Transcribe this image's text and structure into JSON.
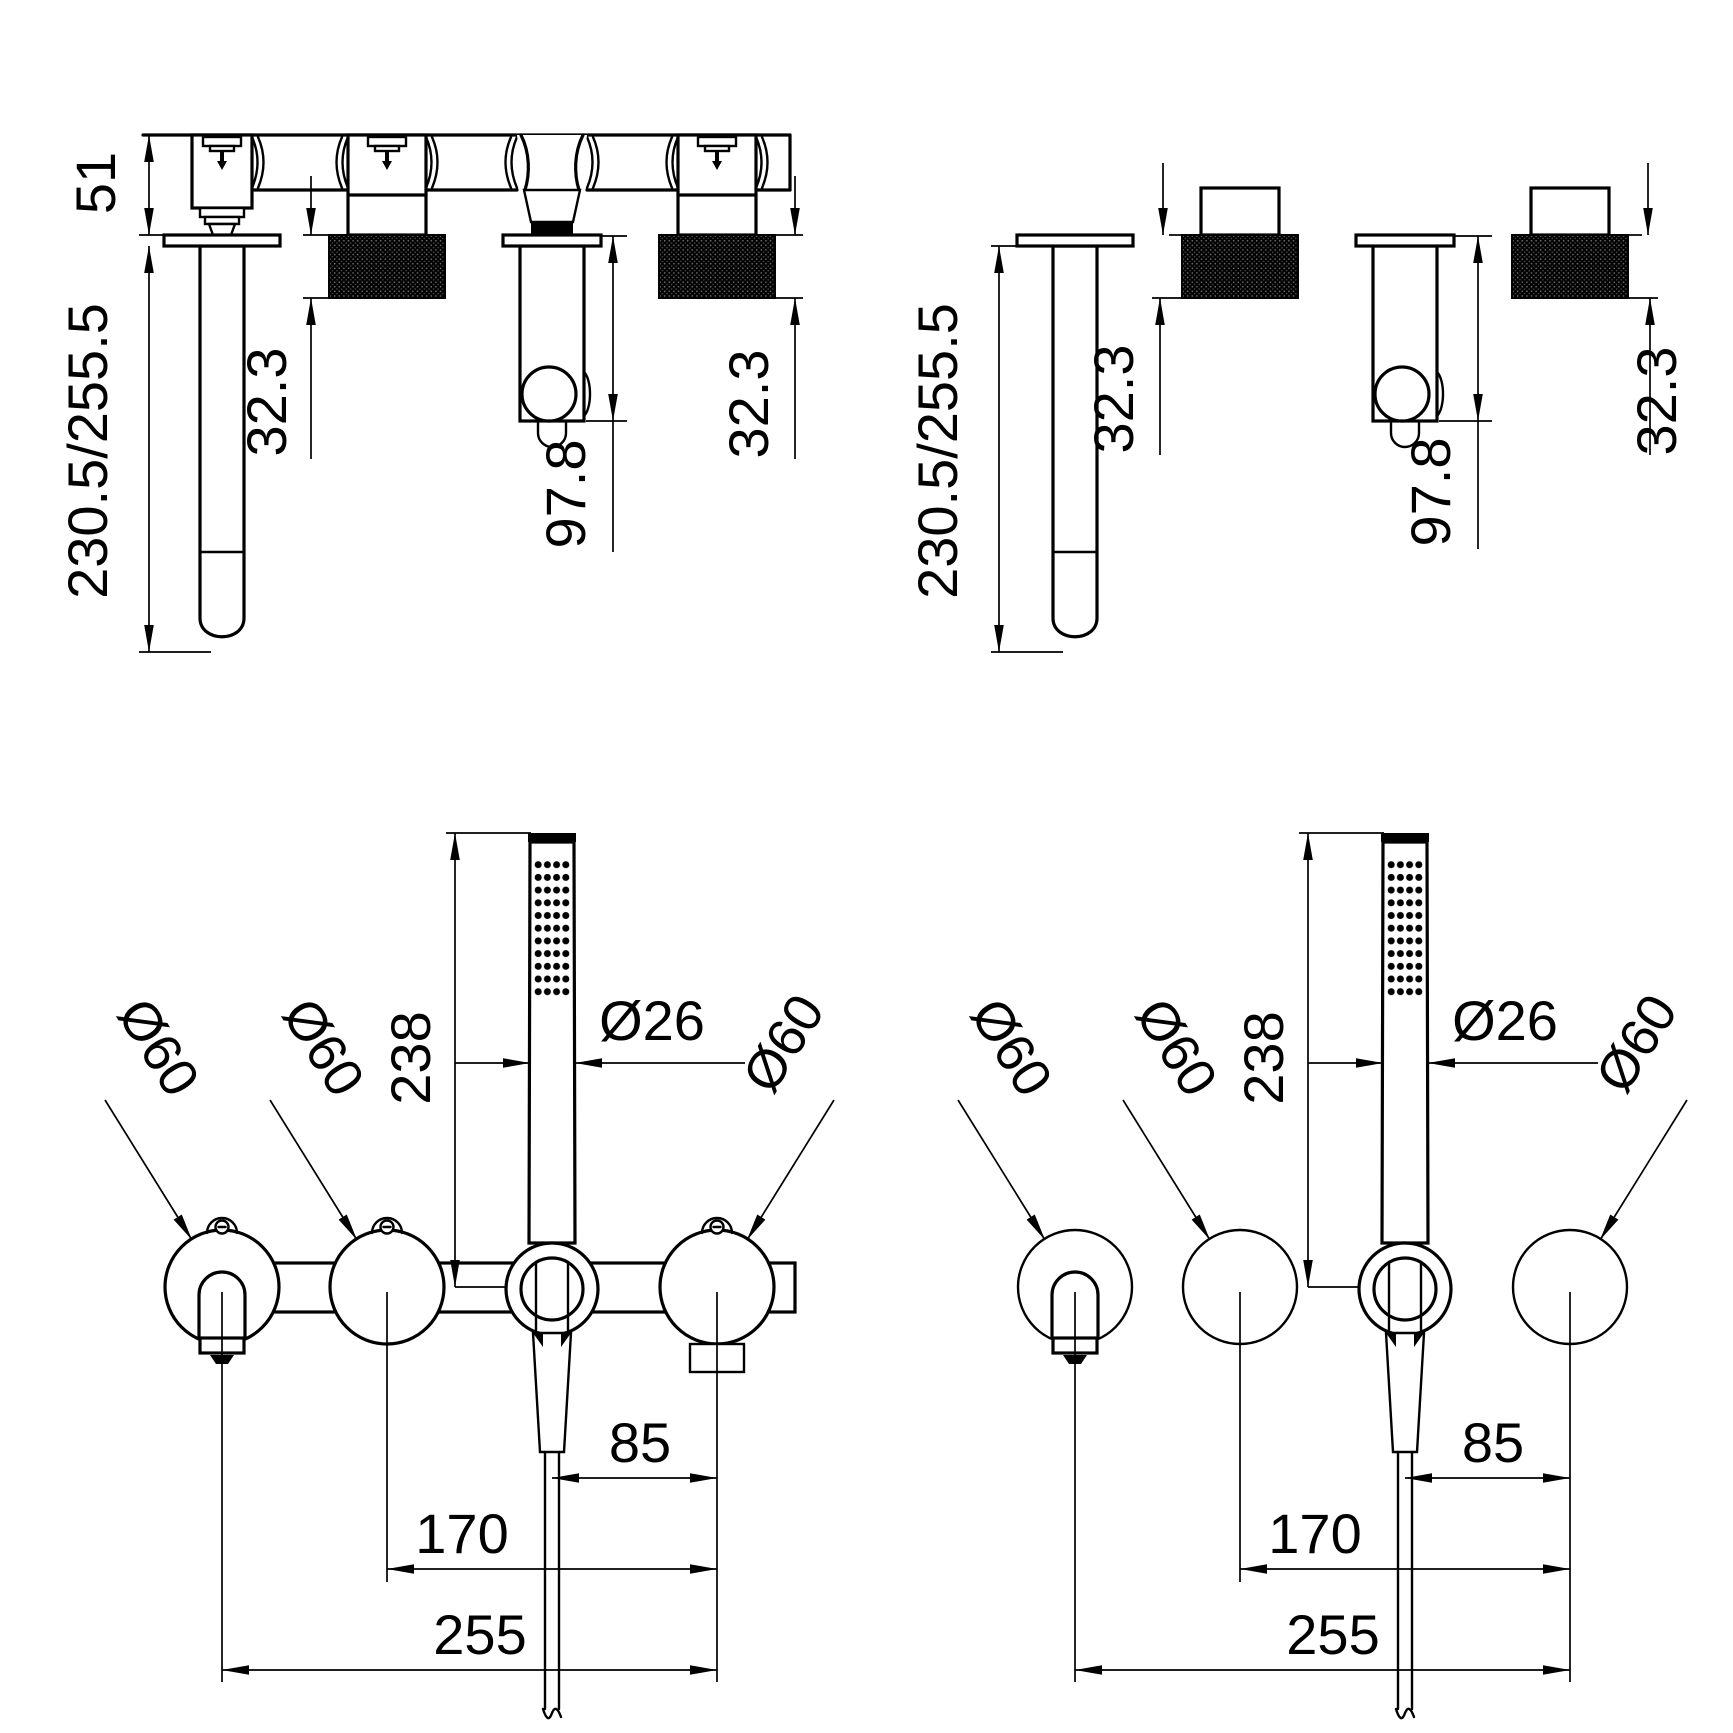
{
  "colors": {
    "background": "#ffffff",
    "ink": "#000000"
  },
  "views": {
    "top_left": {
      "dims": {
        "body_depth": "51",
        "spout_projection": "230.5/255.5",
        "handle_left_depth": "32.3",
        "diverter_depth": "97.8",
        "handle_right_depth": "32.3"
      }
    },
    "top_right": {
      "dims": {
        "spout_projection": "230.5/255.5",
        "handle_left_depth": "32.3",
        "diverter_depth": "97.8",
        "handle_right_depth": "32.3"
      }
    },
    "bottom_left": {
      "dims": {
        "handshower_length": "238",
        "handshower_diameter": "Ø26",
        "spout_escutcheon_diameter": "Ø60",
        "handle1_escutcheon_diameter": "Ø60",
        "handle2_escutcheon_diameter": "Ø60",
        "pitch_diverter_to_handle": "85",
        "pitch_handle_to_handle": "170",
        "pitch_spout_to_handle": "255"
      }
    },
    "bottom_right": {
      "dims": {
        "handshower_length": "238",
        "handshower_diameter": "Ø26",
        "spout_escutcheon_diameter": "Ø60",
        "handle1_escutcheon_diameter": "Ø60",
        "handle2_escutcheon_diameter": "Ø60",
        "pitch_diverter_to_handle": "85",
        "pitch_handle_to_handle": "170",
        "pitch_spout_to_handle": "255"
      }
    }
  }
}
